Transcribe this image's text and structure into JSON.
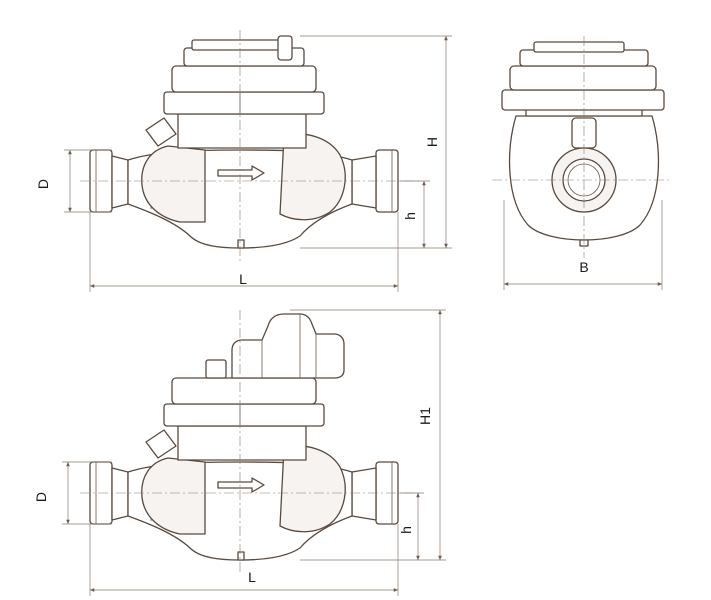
{
  "labels": {
    "top_side_view": {
      "height": "H",
      "width": "D",
      "axis_height": "h",
      "length": "L"
    },
    "end_view": {
      "width": "B"
    },
    "bottom_side_view": {
      "height": "H1",
      "width": "D",
      "axis_height": "h",
      "length": "L"
    }
  },
  "colors": {
    "line": "#5a4a3e",
    "dimension_line": "#8a7a6e",
    "background": "#ffffff"
  }
}
